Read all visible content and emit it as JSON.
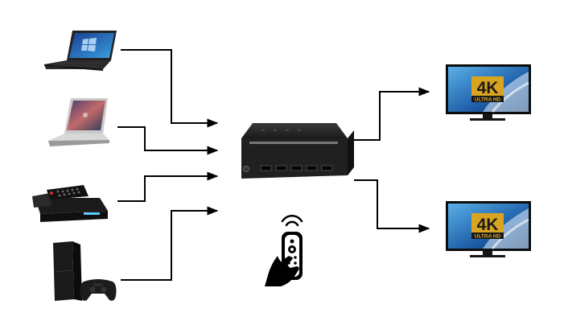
{
  "diagram": {
    "sources": [
      {
        "id": "windows-laptop",
        "icon": "windows-laptop-icon"
      },
      {
        "id": "macbook",
        "icon": "macbook-laptop-icon"
      },
      {
        "id": "set-top-box",
        "icon": "set-top-box-icon"
      },
      {
        "id": "game-console",
        "icon": "game-console-icon"
      }
    ],
    "switch": {
      "icon": "hdmi-matrix-switch-icon"
    },
    "remote": {
      "icon": "remote-control-icon"
    },
    "displays": [
      {
        "id": "tv-top",
        "icon": "4k-tv-icon",
        "badge_main": "4K",
        "badge_sub": "ULTRA HD"
      },
      {
        "id": "tv-bottom",
        "icon": "4k-tv-icon",
        "badge_main": "4K",
        "badge_sub": "ULTRA HD"
      }
    ],
    "colors": {
      "line": "#000000",
      "device_dark": "#1e1e1e",
      "screen_blue": "#2a6fb5",
      "badge_gold": "#d9a520"
    }
  }
}
